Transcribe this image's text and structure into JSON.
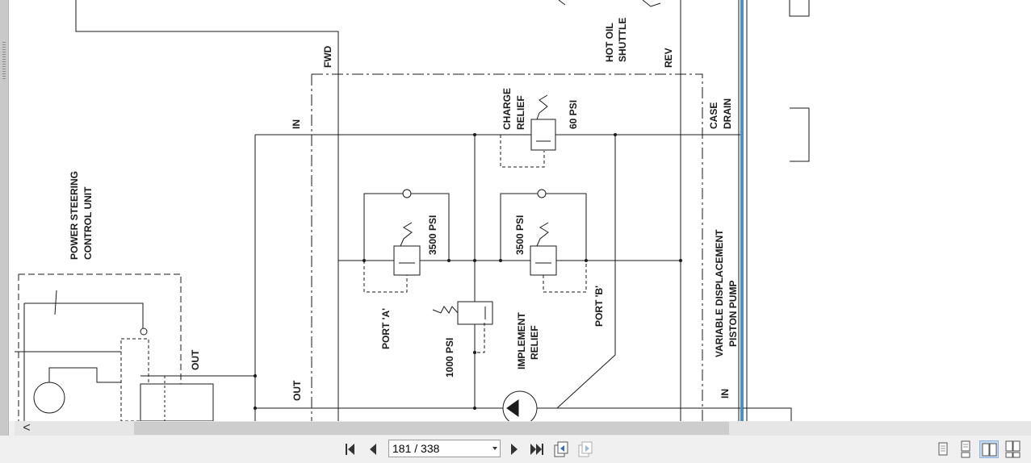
{
  "viewer": {
    "page_input_value": "181 / 338",
    "scroll_left_glyph": "<"
  },
  "schematic": {
    "labels": {
      "power_steering_1": "POWER STEERING",
      "power_steering_2": "CONTROL UNIT",
      "fwd": "FWD",
      "hot_oil_1": "HOT OIL",
      "hot_oil_2": "SHUTTLE",
      "rev": "REV",
      "in_top": "IN",
      "charge_1": "CHARGE",
      "charge_2": "RELIEF",
      "psi_60": "60 PSI",
      "case_1": "CASE",
      "case_2": "DRAIN",
      "psi_3500_a": "3500 PSI",
      "psi_3500_b": "3500 PSI",
      "port_a": "PORT 'A'",
      "port_b": "PORT 'B'",
      "psi_1000": "1000 PSI",
      "implement_1": "IMPLEMENT",
      "implement_2": "RELIEF",
      "variable_1": "VARIABLE DISPLACEMENT",
      "variable_2": "PISTON PUMP",
      "out_left": "OUT",
      "out_mid": "OUT",
      "in_bottom": "IN"
    }
  },
  "colors": {
    "line": "#1a1a1a",
    "blue_line": "#4a90d0",
    "active_view": "#c4d8ef"
  },
  "icons": {
    "first_page": "skip-to-first-icon",
    "previous_page": "triangle-left-icon",
    "next_page": "triangle-right-icon",
    "last_page": "skip-to-last-icon",
    "go_back": "go-back-page-icon",
    "go_forward": "go-forward-page-icon",
    "single_page": "single-page-view-icon",
    "continuous": "continuous-view-icon",
    "facing": "facing-pages-view-icon",
    "continuous_facing": "continuous-facing-view-icon"
  }
}
